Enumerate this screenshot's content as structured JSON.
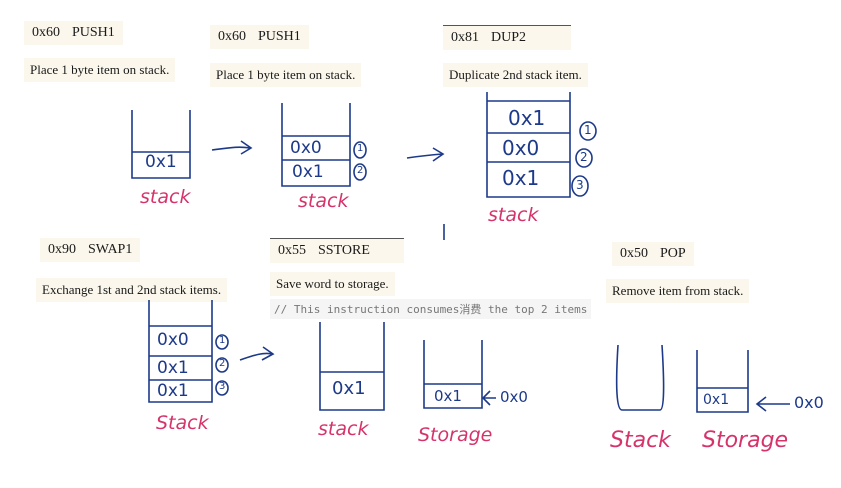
{
  "panels": [
    {
      "code": "0x60",
      "op": "PUSH1",
      "desc": "Place 1 byte item on stack."
    },
    {
      "code": "0x60",
      "op": "PUSH1",
      "desc": "Place 1 byte item on stack."
    },
    {
      "code": "0x81",
      "op": "DUP2",
      "desc": "Duplicate 2nd stack item."
    },
    {
      "code": "0x90",
      "op": "SWAP1",
      "desc": "Exchange 1st and 2nd stack items."
    },
    {
      "code": "0x55",
      "op": "SSTORE",
      "desc": "Save word to storage.",
      "comment": "// This instruction consumes消费 the top 2 items"
    },
    {
      "code": "0x50",
      "op": "POP",
      "desc": "Remove item from stack."
    }
  ],
  "labels": {
    "stack": "stack",
    "stack_cap": "Stack",
    "storage": "Storage"
  },
  "values": {
    "one": "0x1",
    "zero": "0x0"
  },
  "indices": [
    "1",
    "2",
    "3"
  ]
}
